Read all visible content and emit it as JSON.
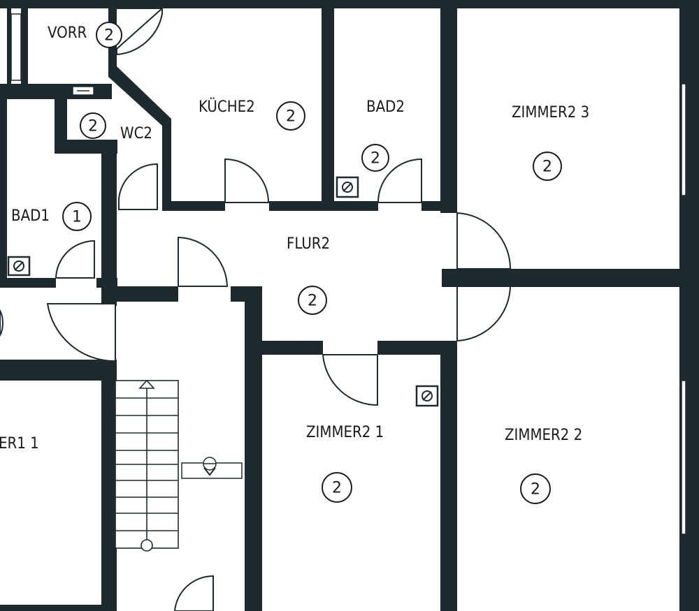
{
  "rooms": {
    "vorr": {
      "name": "VORR",
      "number": "2"
    },
    "wc2": {
      "name": "WC2",
      "number": "2"
    },
    "kueche2": {
      "name": "KÜCHE2",
      "number": "2"
    },
    "bad2": {
      "name": "BAD2",
      "number": "2"
    },
    "zimmer2_3": {
      "name": "ZIMMER2 3",
      "number": "2"
    },
    "bad1": {
      "name": "BAD1",
      "number": "1"
    },
    "flur2": {
      "name": "FLUR2",
      "number": "2"
    },
    "zimmer2_1": {
      "name": "ZIMMER2 1",
      "number": "2"
    },
    "zimmer2_2": {
      "name": "ZIMMER2 2",
      "number": "2"
    },
    "zimmer1_1_partial": {
      "name": "ER1 1"
    }
  },
  "colors": {
    "wall": "#1f2a2e",
    "background": "#ffffff"
  },
  "icons": {
    "vent": "vent-icon",
    "stair_arrow": "stair-arrow-icon",
    "floor_drain": "floor-drain-icon"
  }
}
